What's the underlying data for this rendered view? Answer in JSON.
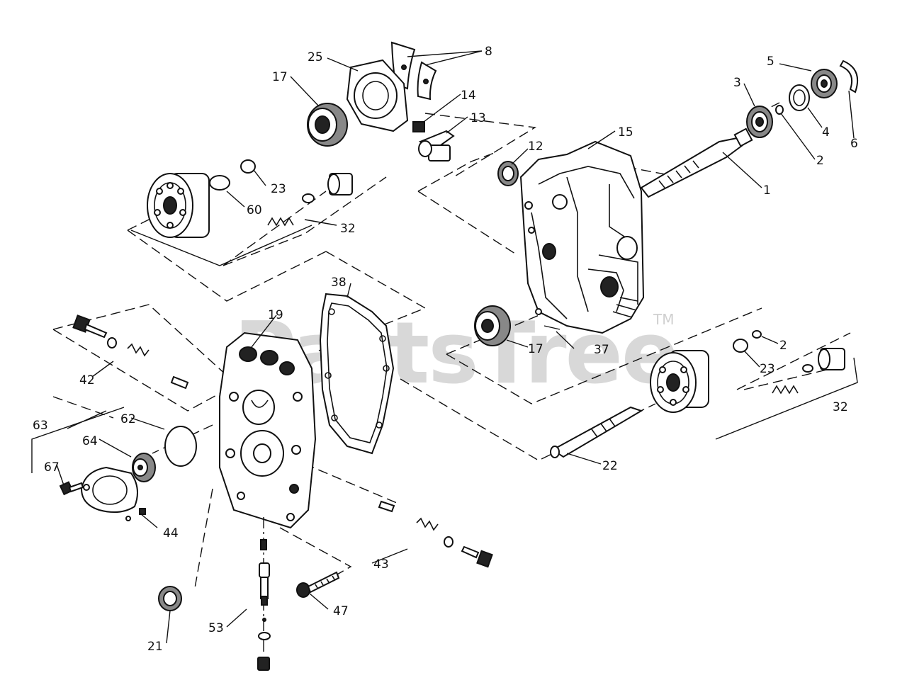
{
  "watermark": {
    "text": "PartsTree",
    "trademark": "TM"
  },
  "callouts": {
    "c1": "1",
    "c2a": "2",
    "c2b": "2",
    "c3": "3",
    "c4": "4",
    "c5": "5",
    "c6": "6",
    "c8": "8",
    "c12": "12",
    "c13": "13",
    "c14": "14",
    "c15": "15",
    "c17a": "17",
    "c17b": "17",
    "c19": "19",
    "c21": "21",
    "c22": "22",
    "c23a": "23",
    "c23b": "23",
    "c25": "25",
    "c32a": "32",
    "c32b": "32",
    "c37": "37",
    "c38": "38",
    "c42": "42",
    "c43": "43",
    "c44": "44",
    "c47": "47",
    "c53": "53",
    "c60": "60",
    "c62": "62",
    "c63": "63",
    "c64": "64",
    "c67": "67"
  }
}
